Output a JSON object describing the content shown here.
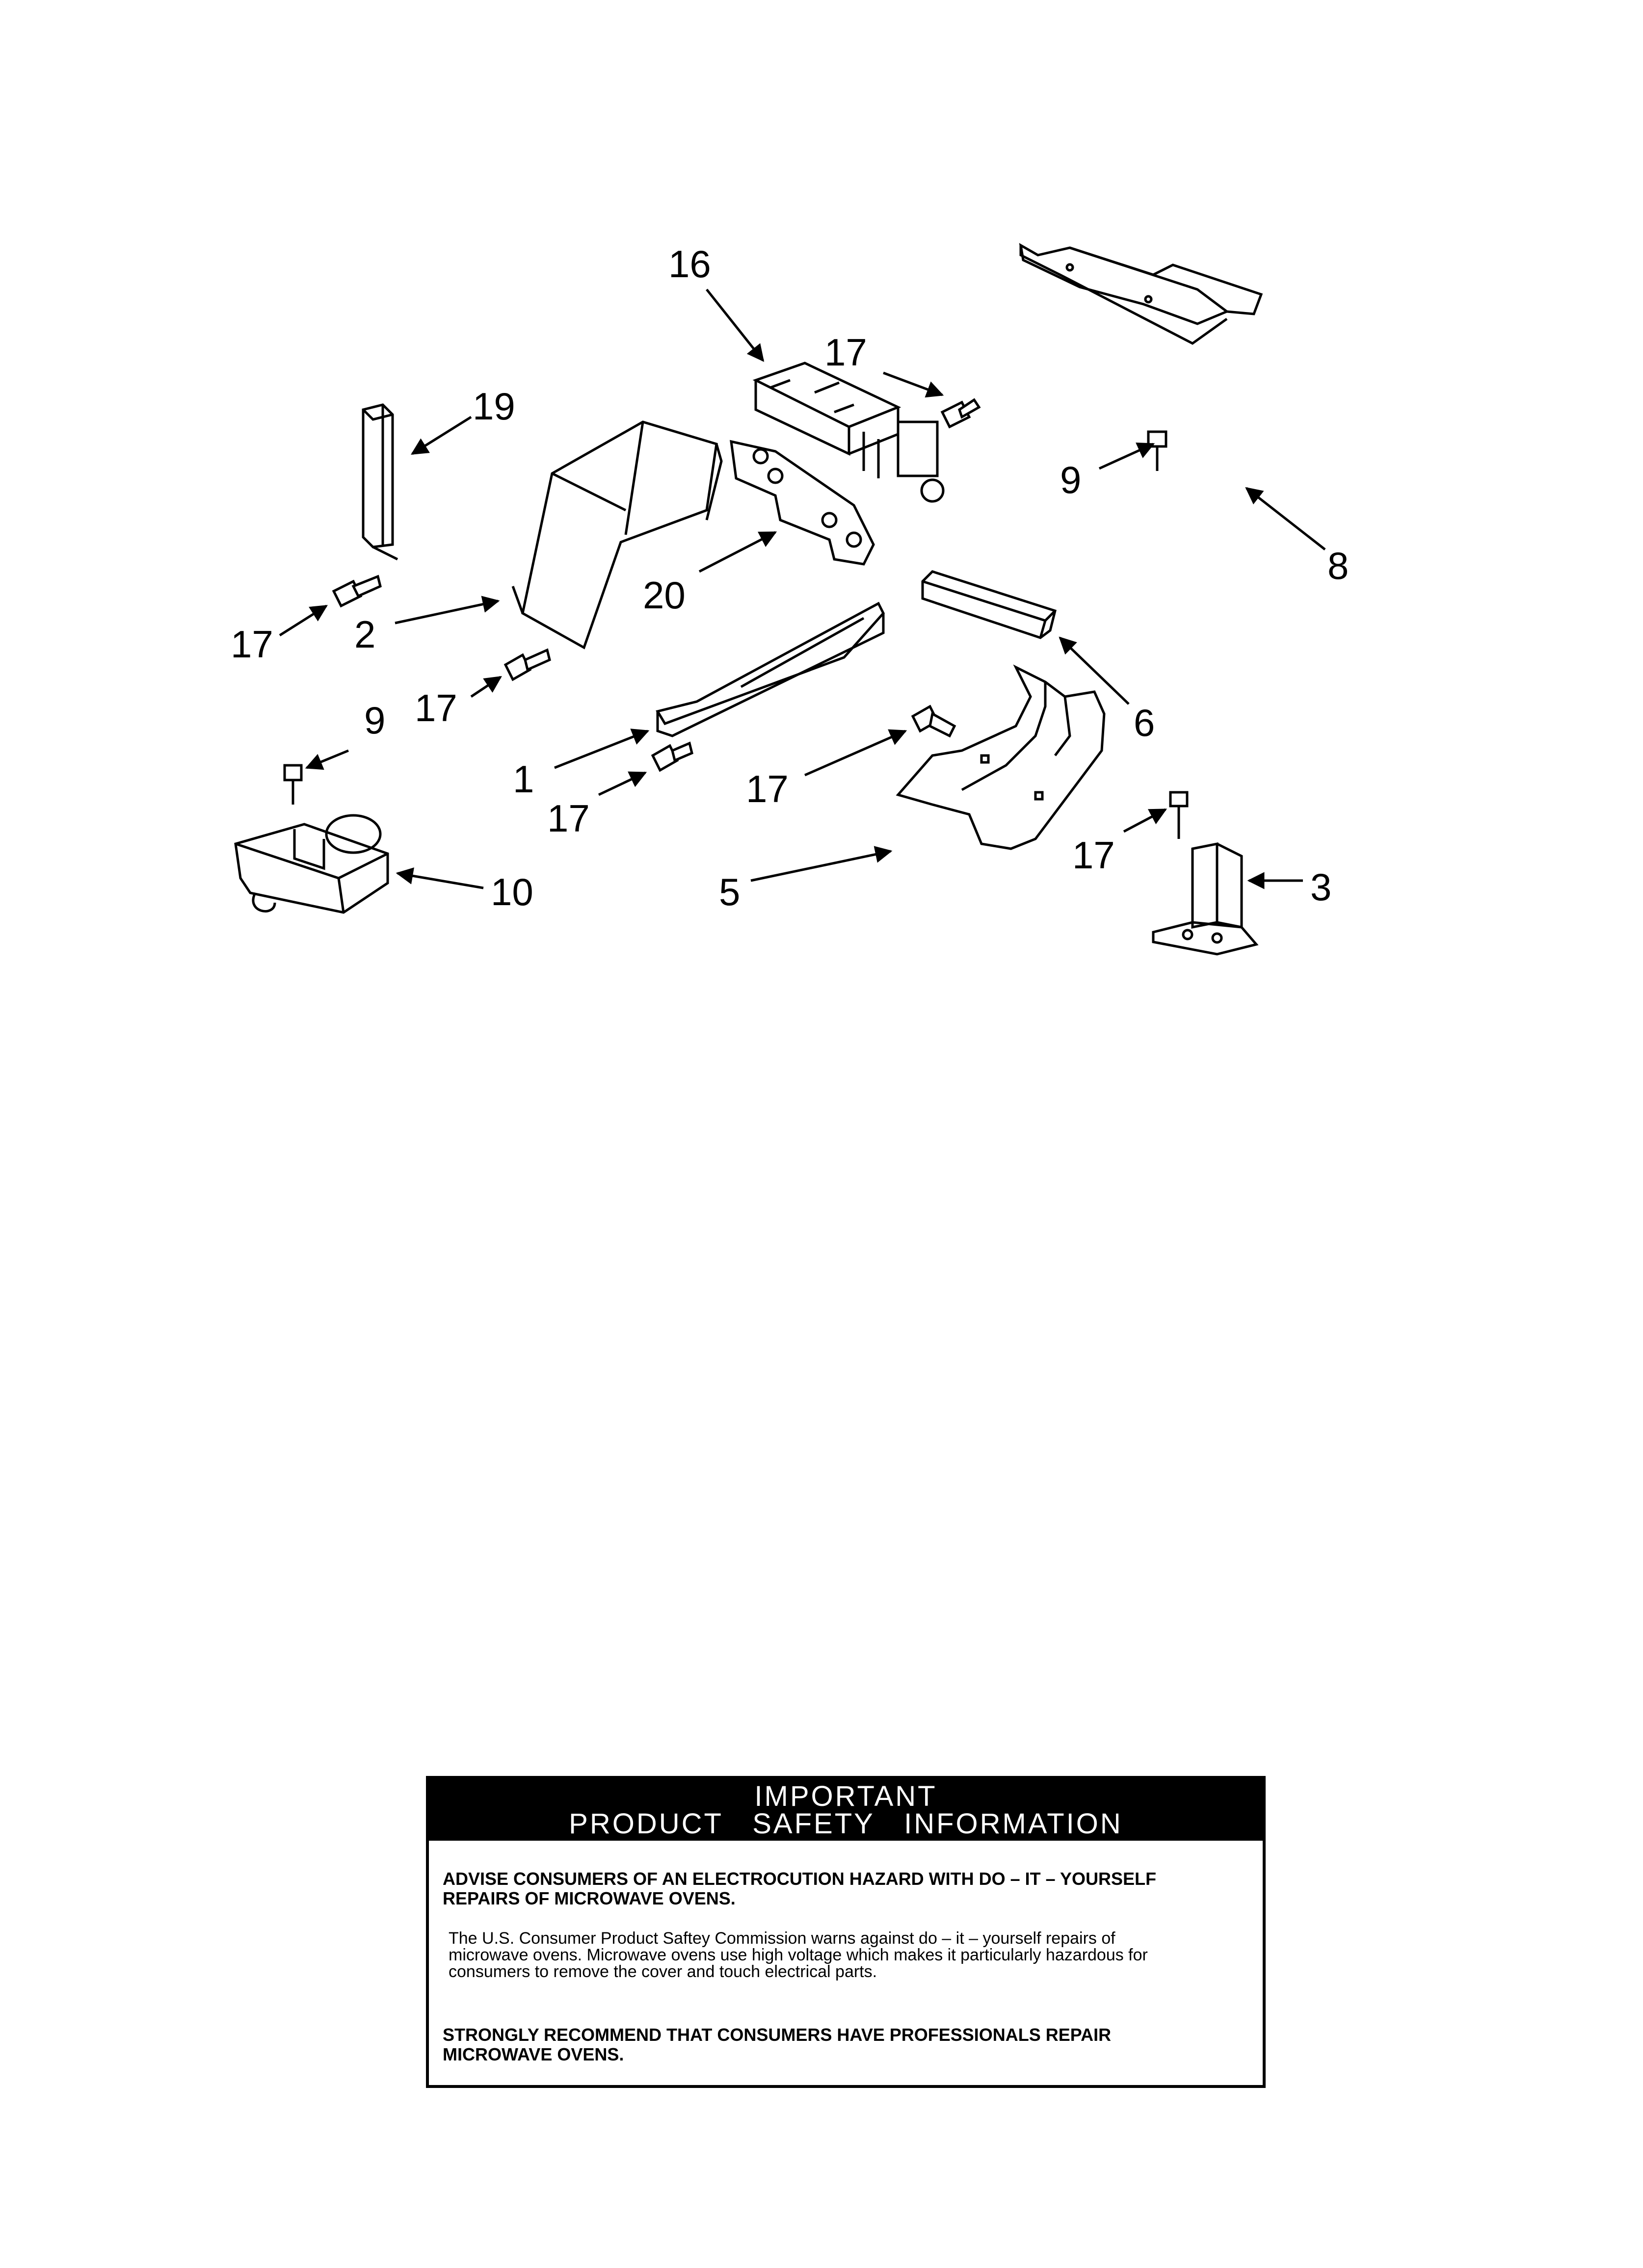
{
  "diagram": {
    "callouts": {
      "c16": "16",
      "c17a": "17",
      "c19": "19",
      "c9a": "9",
      "c8": "8",
      "c17b": "17",
      "c2": "2",
      "c20": "20",
      "c17c": "17",
      "c6": "6",
      "c9b": "9",
      "c1": "1",
      "c17d": "17",
      "c17e": "17",
      "c17f": "17",
      "c10": "10",
      "c5": "5",
      "c3": "3"
    }
  },
  "safety": {
    "title_line1": "IMPORTANT",
    "title_line2": "PRODUCT   SAFETY   INFORMATION",
    "advise_line1": "ADVISE CONSUMERS OF AN ELECTROCUTION HAZARD WITH DO – IT – YOURSELF",
    "advise_line2": "REPAIRS OF MICROWAVE OVENS.",
    "body_line1": "The U.S. Consumer Product Saftey Commission warns against do – it – yourself repairs of",
    "body_line2": "microwave ovens. Microwave ovens use high voltage which makes it particularly hazardous for",
    "body_line3": "consumers to remove the cover and touch electrical parts.",
    "recommend_line1": "STRONGLY RECOMMEND THAT CONSUMERS HAVE PROFESSIONALS REPAIR",
    "recommend_line2": "MICROWAVE OVENS."
  }
}
